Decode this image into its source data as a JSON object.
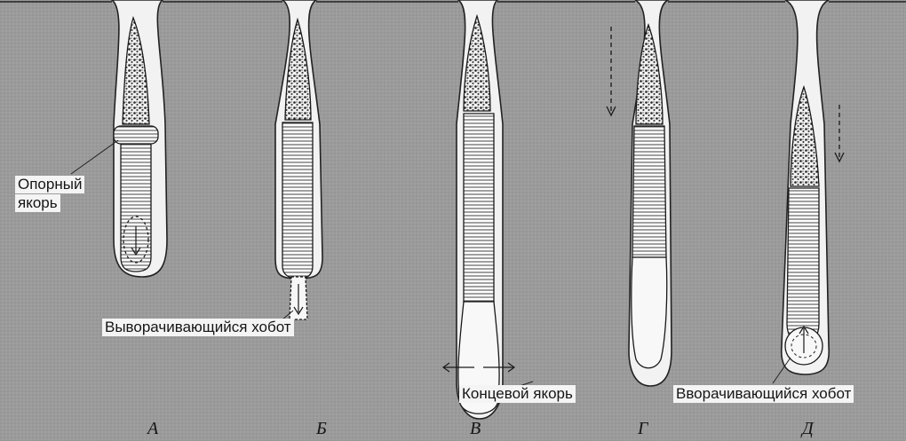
{
  "labels": {
    "support_anchor_line1": "Опорный",
    "support_anchor_line2": "якорь",
    "everting_proboscis": "Выворачивающийся хобот",
    "terminal_anchor": "Концевой якорь",
    "inverting_proboscis": "Вворачивающийся хобот"
  },
  "panels": [
    "А",
    "Б",
    "В",
    "Г",
    "Д"
  ]
}
